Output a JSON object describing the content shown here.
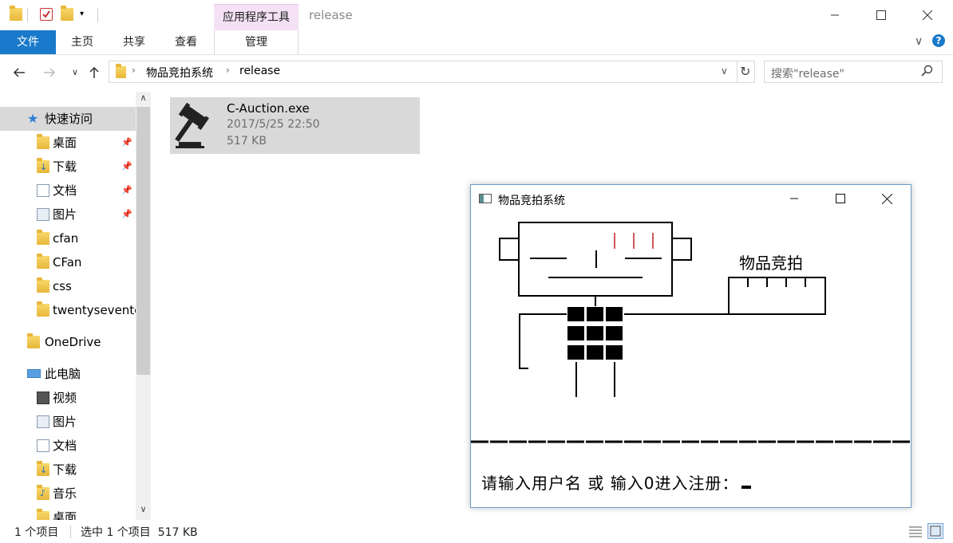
{
  "explorer": {
    "context_tab": "应用程序工具",
    "window_title": "release",
    "ribbon": {
      "file": "文件",
      "home": "主页",
      "share": "共享",
      "view": "查看",
      "manage": "管理"
    },
    "address": {
      "crumbs": [
        "物品竞拍系统",
        "release"
      ]
    },
    "search": {
      "placeholder": "搜索\"release\""
    },
    "nav": {
      "quick_access": "快速访问",
      "pinned": [
        {
          "label": "桌面",
          "icon": "desktop-folder-icon"
        },
        {
          "label": "下载",
          "icon": "download-folder-icon"
        },
        {
          "label": "文档",
          "icon": "document-icon"
        },
        {
          "label": "图片",
          "icon": "picture-icon"
        }
      ],
      "folders": [
        "cfan",
        "CFan",
        "css",
        "twentyseventeen"
      ],
      "onedrive": "OneDrive",
      "this_pc": "此电脑",
      "pc_items": [
        "视频",
        "图片",
        "文档",
        "下载",
        "音乐",
        "桌面"
      ]
    },
    "file": {
      "name": "C-Auction.exe",
      "date": "2017/5/25 22:50",
      "size": "517 KB"
    },
    "status": {
      "count": "1 个项目",
      "selected": "选中 1 个项目  517 KB"
    }
  },
  "console": {
    "title": "物品竞拍系统",
    "art_label": "物品竞拍",
    "prompt": "请输入用户名 或 输入0进入注册："
  },
  "colors": {
    "file_tab": "#1979ca",
    "context_tab": "#f4e1f5",
    "selection": "#d9d9d9",
    "console_border": "#6e9bc8"
  }
}
